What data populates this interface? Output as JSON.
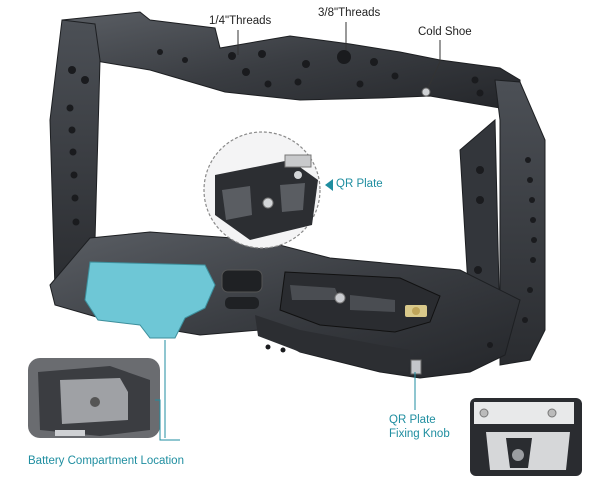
{
  "labels": {
    "quarter_threads": "1/4\"Threads",
    "three_eighths_threads": "3/8\"Threads",
    "cold_shoe": "Cold Shoe",
    "qr_plate": "QR Plate",
    "qr_fixing_knob_line1": "QR Plate",
    "qr_fixing_knob_line2": "Fixing Knob",
    "battery_compartment": "Battery Compartment Location"
  },
  "colors": {
    "cage_metal": "#3a3d42",
    "cage_highlight": "#5a5e64",
    "battery_marker": "#6ec7d6",
    "callout_teal": "#1f8ea0",
    "leader_dark": "#333333"
  }
}
